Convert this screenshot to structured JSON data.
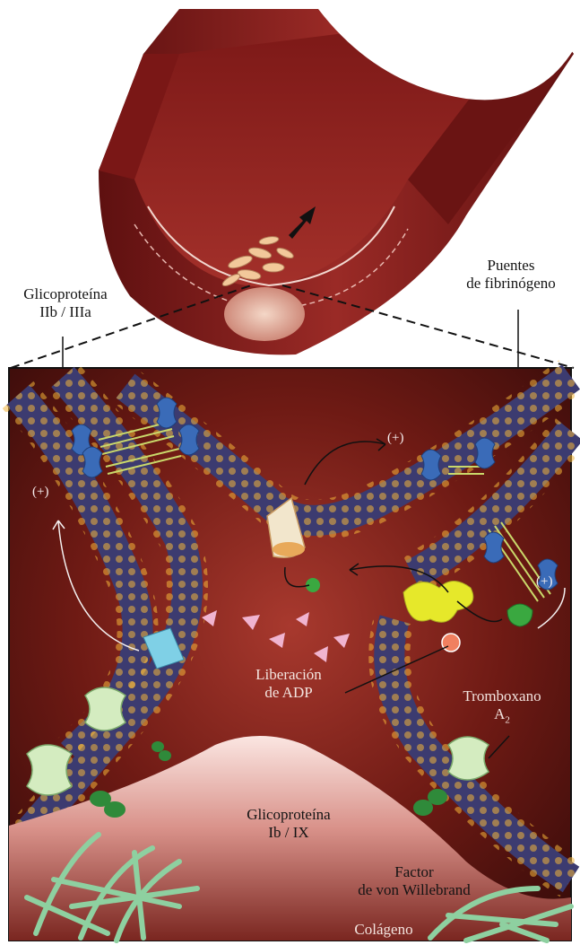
{
  "labels": {
    "glycoprotein_iib_line1": "Glicoproteína",
    "glycoprotein_iib_line2": "IIb / IIIa",
    "fibrinogen_line1": "Puentes",
    "fibrinogen_line2": "de fibrinógeno",
    "adp_line1": "Liberación",
    "adp_line2": "de ADP",
    "thromboxane_line1": "Tromboxano",
    "thromboxane_line2": "A",
    "thromboxane_sub": "2",
    "glycoprotein_ib_line1": "Glicoproteína",
    "glycoprotein_ib_line2": "Ib / IX",
    "vwf_line1": "Factor",
    "vwf_line2": "de von Willebrand",
    "collagen": "Colágeno"
  },
  "plus_marks": [
    "(+)",
    "(+)",
    "(+)"
  ],
  "colors": {
    "vessel_red": "#8c1c1c",
    "background_maroon": "#5a1410",
    "membrane_dots": "#f2b43a",
    "receptor_blue": "#3a6bb8",
    "receptor_green": "#c8e6b0",
    "collagen_green": "#8ed0a0",
    "adp_pink": "#f0b4d0"
  }
}
